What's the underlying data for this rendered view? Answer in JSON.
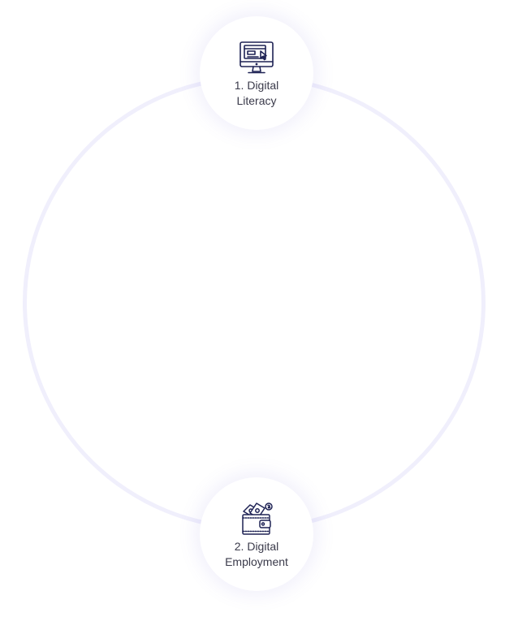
{
  "steps": [
    {
      "number": "1.",
      "line1": "1. Digital",
      "line2": "Literacy",
      "icon": "computer-monitor-icon"
    },
    {
      "number": "2.",
      "line1": "2. Digital",
      "line2": "Employment",
      "icon": "wallet-money-icon"
    }
  ],
  "colors": {
    "ring": "#f0effc",
    "icon_stroke": "#1e2254",
    "text": "#3a3a4a"
  }
}
